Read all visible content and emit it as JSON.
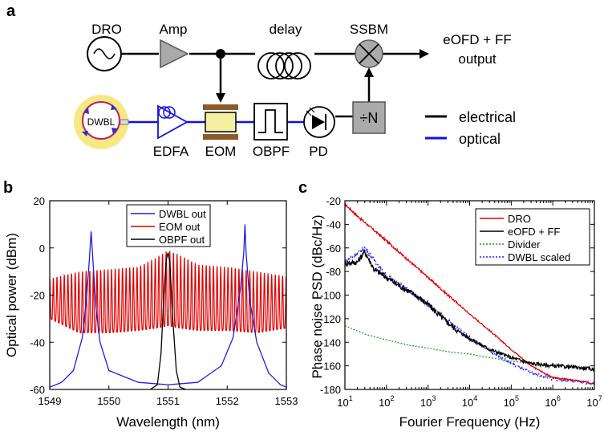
{
  "panel_labels": {
    "a": "a",
    "b": "b",
    "c": "c"
  },
  "diagram": {
    "dro": "DRO",
    "amp": "Amp",
    "delay": "delay",
    "ssbm": "SSBM",
    "output_line1": "eOFD + FF",
    "output_line2": "output",
    "dwbl": "DWBL",
    "edfa": "EDFA",
    "eom": "EOM",
    "obpf": "OBPF",
    "pd": "PD",
    "divider": "÷N",
    "legend_electrical": "electrical",
    "legend_optical": "optical",
    "colors": {
      "electrical": "#000000",
      "optical": "#1010e8",
      "box_gray": "#aaaaaa",
      "eom_yellow": "#f4f0a0",
      "eom_brown": "#8b5a2b",
      "halo": "#f5e05a"
    }
  },
  "chart_data": [
    {
      "type": "line",
      "panel": "b",
      "xlabel": "Wavelength (nm)",
      "ylabel": "Optical power (dBm)",
      "xlim": [
        1549,
        1553
      ],
      "ylim": [
        -60,
        20
      ],
      "xticks": [
        "1549",
        "1550",
        "1551",
        "1552",
        "1553"
      ],
      "yticks": [
        "-60",
        "-40",
        "-20",
        "0",
        "20"
      ],
      "legend_position": "top-center",
      "series": [
        {
          "name": "DWBL out",
          "color": "#1f1fdd",
          "x": [
            1549.0,
            1549.2,
            1549.4,
            1549.55,
            1549.62,
            1549.67,
            1549.7,
            1549.73,
            1549.78,
            1549.85,
            1550.0,
            1550.5,
            1551.0,
            1551.5,
            1551.9,
            1552.1,
            1552.22,
            1552.28,
            1552.3,
            1552.32,
            1552.38,
            1552.5,
            1552.7,
            1552.9,
            1553.0
          ],
          "y": [
            -59,
            -57,
            -52,
            -38,
            -22,
            -5,
            7,
            -5,
            -25,
            -40,
            -52,
            -57,
            -58,
            -57,
            -50,
            -38,
            -18,
            -2,
            10,
            -2,
            -22,
            -40,
            -53,
            -58,
            -59
          ]
        },
        {
          "name": "EOM out",
          "color": "#e00000",
          "note_envelope": true,
          "x": [
            1549.0,
            1549.5,
            1550.0,
            1550.5,
            1550.8,
            1551.0,
            1551.2,
            1551.5,
            1552.0,
            1552.5,
            1553.0
          ],
          "y_max": [
            -13,
            -10,
            -9,
            -8,
            -4,
            -1,
            -3,
            -7,
            -8,
            -10,
            -12
          ],
          "y_min": [
            -30,
            -36,
            -36,
            -35,
            -34,
            -33,
            -34,
            -35,
            -35,
            -36,
            -34
          ]
        },
        {
          "name": "OBPF out",
          "color": "#000000",
          "x": [
            1550.7,
            1550.82,
            1550.88,
            1550.93,
            1550.97,
            1551.0,
            1551.03,
            1551.08,
            1551.14,
            1551.2,
            1551.3
          ],
          "y": [
            -60,
            -58,
            -45,
            -20,
            -5,
            -2,
            -6,
            -30,
            -52,
            -59,
            -60
          ]
        }
      ]
    },
    {
      "type": "line",
      "panel": "c",
      "xlabel": "Fourier Frequency (Hz)",
      "ylabel": "Phase noise PSD (dBc/Hz)",
      "xscale": "log",
      "xlim": [
        10,
        10000000
      ],
      "ylim": [
        -180,
        -20
      ],
      "xtick_bases": [
        "10",
        "10",
        "10",
        "10",
        "10",
        "10",
        "10"
      ],
      "xtick_exps": [
        "1",
        "2",
        "3",
        "4",
        "5",
        "6",
        "7"
      ],
      "yticks": [
        "-180",
        "-160",
        "-140",
        "-120",
        "-100",
        "-80",
        "-60",
        "-40",
        "-20"
      ],
      "legend_position": "top-right",
      "series": [
        {
          "name": "DRO",
          "color": "#e00000",
          "style": "solid",
          "x": [
            10,
            20,
            50,
            100,
            300,
            1000,
            3000,
            10000,
            30000,
            100000,
            300000,
            1000000,
            3000000,
            10000000
          ],
          "y": [
            -23,
            -33,
            -45,
            -54,
            -69,
            -85,
            -100,
            -116,
            -130,
            -146,
            -160,
            -170,
            -172,
            -175
          ]
        },
        {
          "name": "eOFD + FF",
          "color": "#000000",
          "style": "solid",
          "x": [
            10,
            20,
            30,
            50,
            100,
            200,
            500,
            1000,
            2000,
            5000,
            10000,
            30000,
            100000,
            300000,
            1000000,
            3000000,
            10000000
          ],
          "y": [
            -73,
            -72,
            -63,
            -78,
            -85,
            -92,
            -100,
            -108,
            -118,
            -130,
            -137,
            -146,
            -153,
            -158,
            -160,
            -161,
            -163
          ]
        },
        {
          "name": "Divider",
          "color": "#1a9a1a",
          "style": "dotted",
          "x": [
            10,
            30,
            100,
            300,
            1000,
            3000,
            10000,
            30000,
            100000,
            300000,
            1000000,
            3000000,
            10000000
          ],
          "y": [
            -126,
            -133,
            -138,
            -142,
            -145,
            -148,
            -150,
            -153,
            -156,
            -158,
            -160,
            -161,
            -162
          ]
        },
        {
          "name": "DWBL scaled",
          "color": "#2020ff",
          "style": "dotted",
          "x": [
            10,
            30,
            100,
            300,
            1000,
            3000,
            10000,
            30000,
            100000,
            300000,
            1000000,
            3000000,
            10000000
          ],
          "y": [
            -72,
            -60,
            -84,
            -95,
            -108,
            -122,
            -136,
            -147,
            -158,
            -166,
            -171,
            -173,
            -175
          ]
        }
      ]
    }
  ]
}
